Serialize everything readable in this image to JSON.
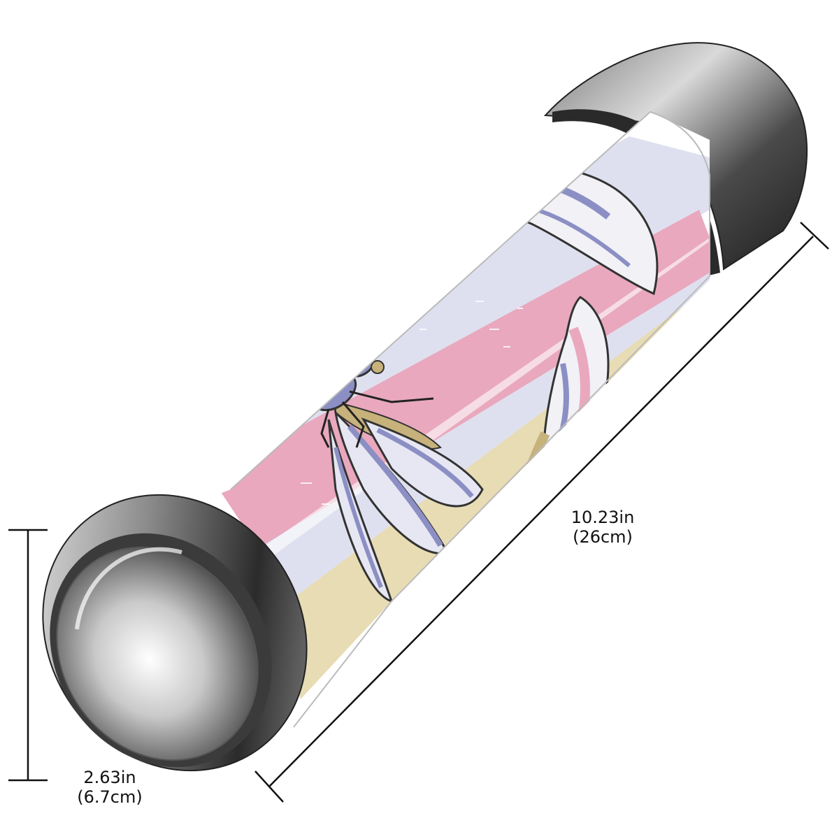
{
  "product": {
    "type": "stainless steel vacuum flask",
    "print_colors": {
      "background": "#dfe0ef",
      "pink_stripe": "#e9a8bd",
      "beige_stripe": "#e8dcb4",
      "insect_purple": "#8b8fc4",
      "insect_gold": "#c6b27a",
      "steel_dark": "#3a3a3a",
      "steel_light": "#e8e8e8"
    }
  },
  "dimensions": {
    "length_in": "10.23in",
    "length_cm": "(26cm)",
    "diameter_in": "2.63in",
    "diameter_cm": "(6.7cm)"
  }
}
